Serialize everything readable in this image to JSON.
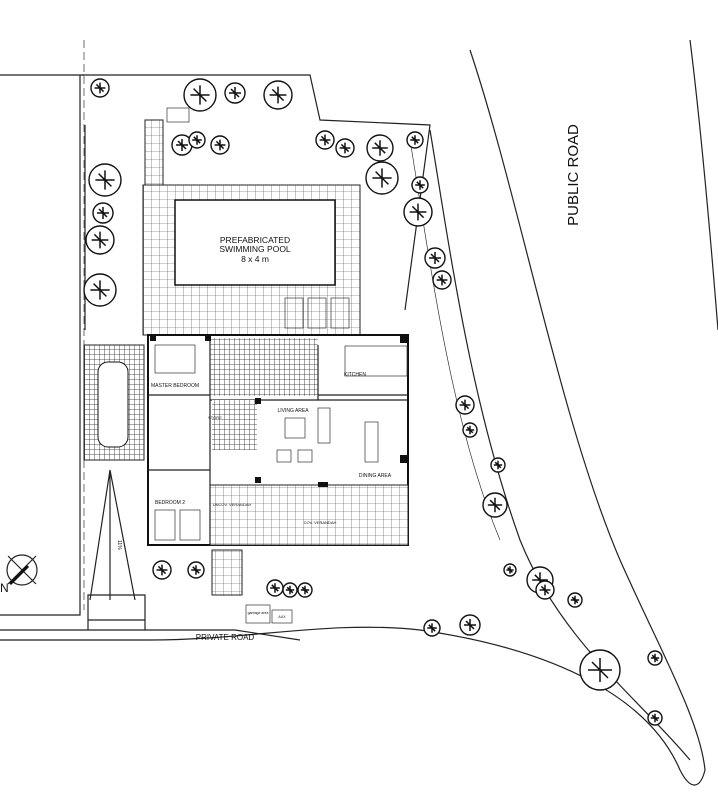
{
  "labels": {
    "public_road": "PUBLIC ROAD",
    "private_road": "PRIVATE ROAD",
    "pool_line1": "PREFABRICATED",
    "pool_line2": "SWIMMING POOL",
    "pool_size": "8 x 4 m",
    "master_bedroom": "MASTER BEDROOM",
    "kitchen": "KITCHEN",
    "living_area": "LIVING AREA",
    "dining_area": "DINING AREA",
    "bedroom_2": "BEDROOM 2",
    "store": "STORE",
    "uncov_verandah": "UNCOV. VERANDAH",
    "cov_verandah": "COV. VERANDAH",
    "ramp_slope": "11%",
    "garbage_area": "garbage area",
    "aux": "AUX",
    "north": "N"
  },
  "colors": {
    "line": "#222222",
    "background": "#ffffff"
  }
}
